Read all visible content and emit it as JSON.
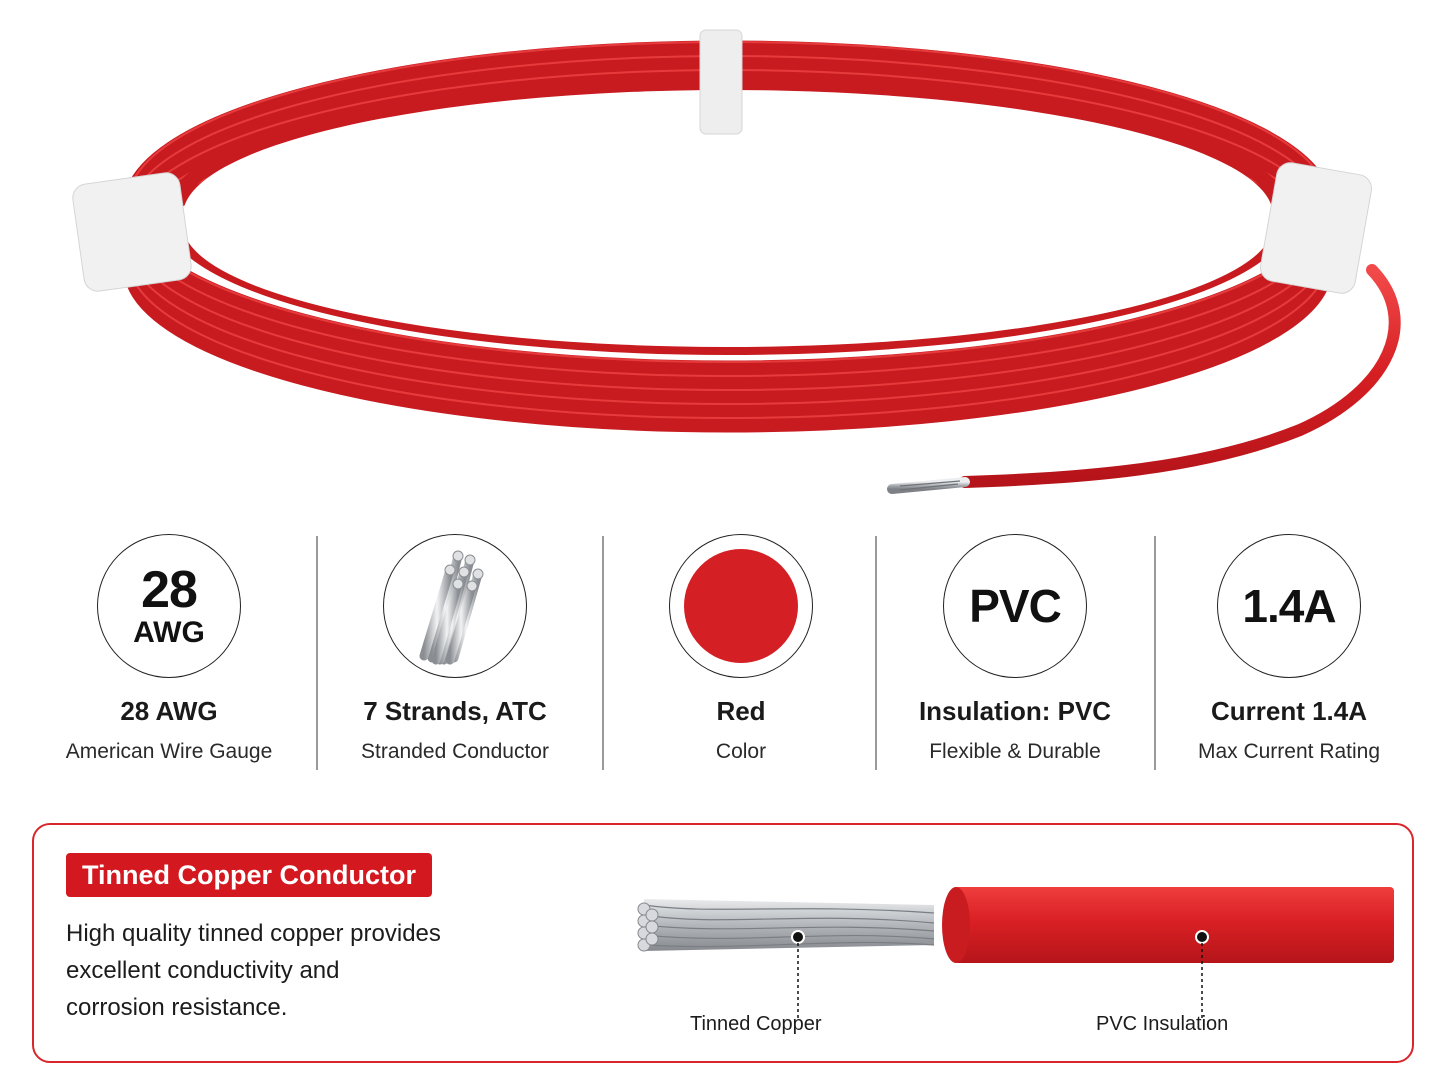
{
  "specs": [
    {
      "badge_main": "28",
      "badge_sub": "AWG",
      "title": "28 AWG",
      "desc": "American Wire Gauge"
    },
    {
      "badge_main": "",
      "badge_sub": "",
      "icon": "strands-icon",
      "title": "7 Strands, ATC",
      "desc": "Stranded Conductor"
    },
    {
      "badge_main": "",
      "badge_sub": "",
      "icon": "red-color-swatch",
      "title": "Red",
      "desc": "Color"
    },
    {
      "badge_main": "PVC",
      "badge_sub": "",
      "title": "Insulation: PVC",
      "desc": "Flexible & Durable"
    },
    {
      "badge_main": "1.4A",
      "badge_sub": "",
      "title": "Current 1.4A",
      "desc": "Max Current Rating"
    }
  ],
  "conductor_panel": {
    "tag": "Tinned Copper Conductor",
    "paragraph_lines": [
      "High quality tinned copper provides",
      "excellent conductivity and",
      "corrosion resistance."
    ],
    "label_copper": "Tinned Copper",
    "label_insulation": "PVC Insulation"
  },
  "colors": {
    "wire_red": "#d8262b",
    "accent_red": "#d3191f",
    "copper_silver": "#b9bcc0"
  }
}
